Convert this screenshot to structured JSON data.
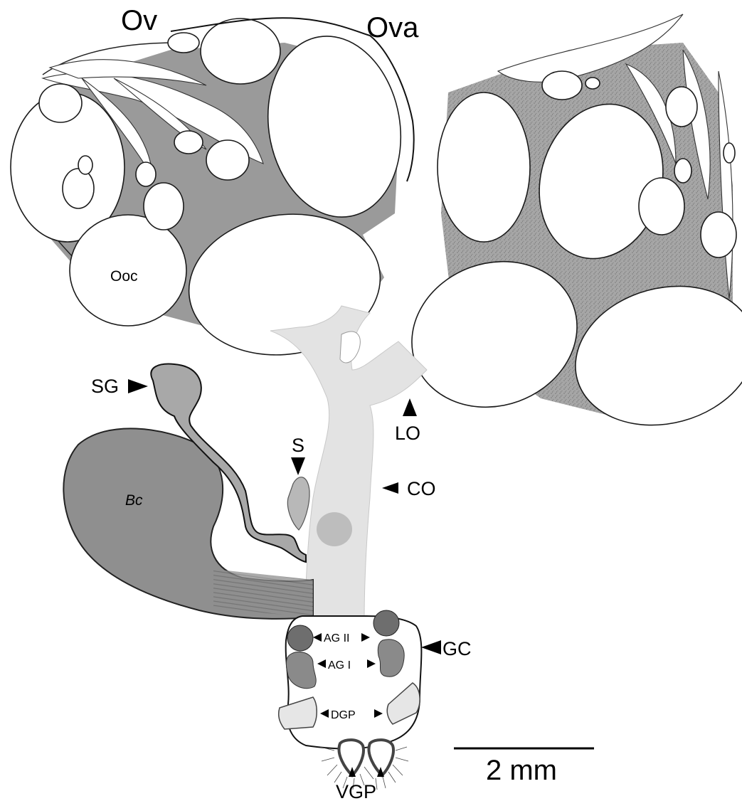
{
  "figure": {
    "labels": {
      "ov": "Ov",
      "ova": "Ova",
      "ooc": "Ooc",
      "sg": "SG",
      "bc": "Bc",
      "s": "S",
      "lo": "LO",
      "co": "CO",
      "ag2": "AG II",
      "ag1": "AG I",
      "gc": "GC",
      "dgp": "DGP",
      "vgp": "VGP"
    },
    "scale_bar": {
      "label": "2 mm",
      "length_mm": 2
    },
    "colors": {
      "oviduct": "#e3e3e3",
      "spermathecal_gland": "#a8a8a8",
      "bursa_copulatrix": "#8f8f8f",
      "accessory_gland_II": "#6e6e6e",
      "accessory_gland_I": "#8a8a8a",
      "ovariole_matrix": "#9a9a9a"
    }
  }
}
